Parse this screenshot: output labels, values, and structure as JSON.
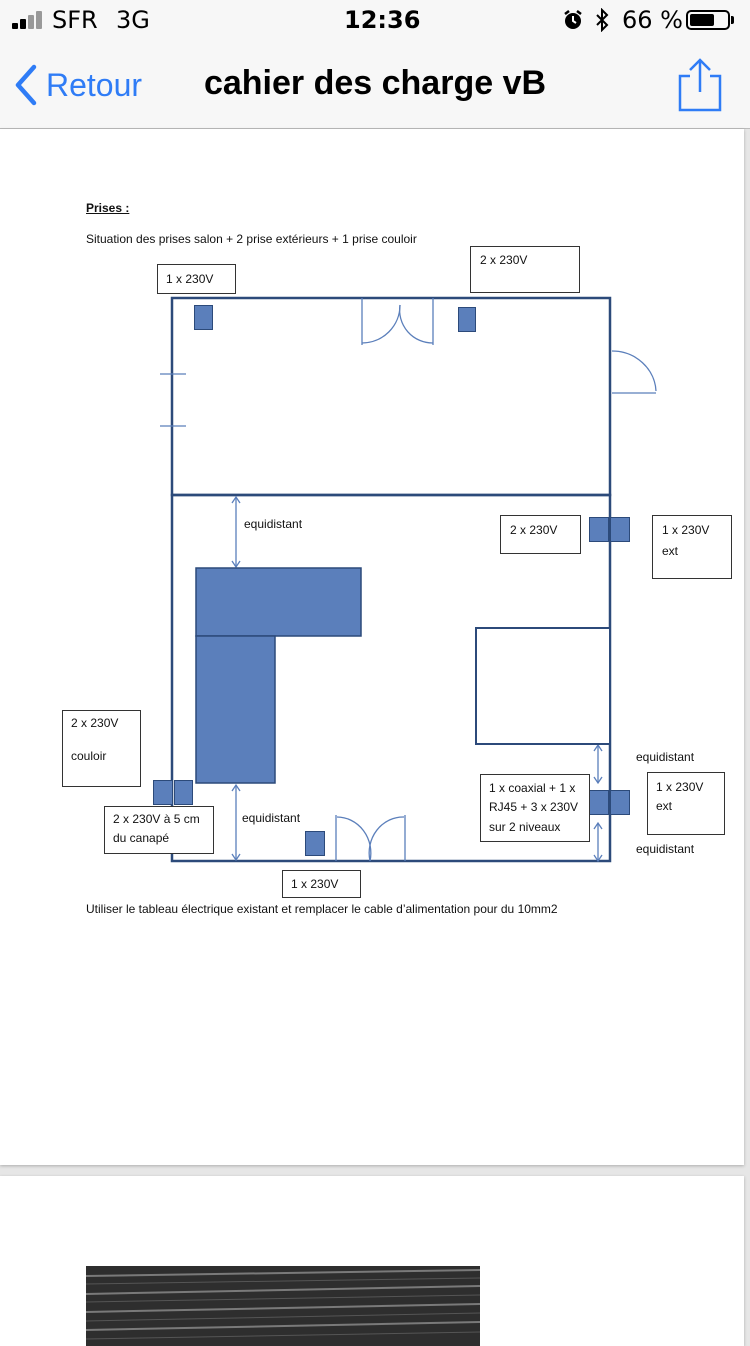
{
  "status_bar": {
    "carrier": "SFR",
    "network": "3G",
    "time": "12:36",
    "battery_percent": "66 %",
    "battery_level": 0.66,
    "icons": [
      "signal-icon",
      "alarm-icon",
      "bluetooth-icon",
      "battery-icon"
    ]
  },
  "nav": {
    "back_label": "Retour",
    "title": "cahier des charge vB",
    "back_icon": "chevron-left-icon",
    "share_icon": "share-icon",
    "accent": "#2f7cf6"
  },
  "document": {
    "heading": "Prises :",
    "intro": "Situation des prises salon + 2 prise extérieurs + 1 prise couloir",
    "footer_note": "Utiliser le tableau électrique existant et remplacer le cable d’alimentation pour du 10mm2",
    "plan": {
      "label_top_left": "1 x 230V",
      "label_top_right": "2 x 230V",
      "label_right_wall": "2 x 230V",
      "label_ext_upper": [
        "1 x 230V",
        "ext"
      ],
      "label_couloir": [
        "2 x 230V",
        "couloir"
      ],
      "label_canape": [
        "2 x 230V à 5 cm",
        "du canapé"
      ],
      "label_bottom": "1 x 230V",
      "label_multimedia": [
        "1 x coaxial + 1  x",
        "RJ45 + 3 x 230V",
        "sur  2 niveaux"
      ],
      "label_ext_lower": [
        "1 x 230V",
        "ext"
      ],
      "equidistant_top": "equidistant",
      "equidistant_bottom_left": "equidistant",
      "equidistant_right_upper": "equidistant",
      "equidistant_right_lower": "equidistant",
      "outlet_color": "#5b7fbb",
      "wall_color": "#2c4a7a"
    }
  }
}
